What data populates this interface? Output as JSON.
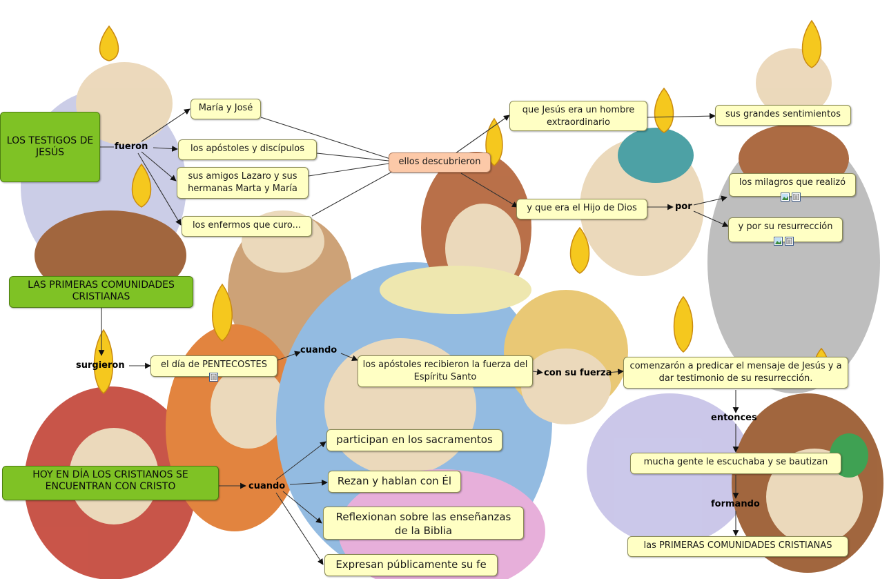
{
  "nodes": {
    "testigos": "LOS TESTIGOS DE JESÚS",
    "maria_jose": "María y José",
    "apostoles": "los apóstoles y discípulos",
    "amigos": "sus amigos Lazaro y sus hermanas Marta y María",
    "enfermos": "los enfermos que curo...",
    "descubrieron": "ellos  descubrieron",
    "hombre": "que  Jesús era un hombre extraordinario",
    "sentimientos": "sus grandes sentimientos",
    "hijo": "y que era el Hijo de Dios",
    "milagros": "los milagros que realizó",
    "resurreccion": "y por su resurrección",
    "primeras": "LAS PRIMERAS COMUNIDADES CRISTIANAS",
    "pentecostes": "el día de PENTECOSTES",
    "fuerza": "los apóstoles recibieron la fuerza del Espíritu Santo",
    "predicar": "comenzarón a predicar el mensaje de Jesús y a dar testimonio de su resurrección.",
    "gente": "mucha gente le escuchaba y se bautizan",
    "comunidades": "las PRIMERAS COMUNIDADES CRISTIANAS",
    "hoy": "HOY EN DÍA LOS CRISTIANOS SE ENCUENTRAN CON CRISTO",
    "sacramentos": "participan en los sacramentos",
    "rezan": "Rezan y hablan con Él",
    "reflexionan": "Reflexionan sobre las enseñanzas de la Biblia",
    "expresan": "Expresan públicamente su fe"
  },
  "links": {
    "fueron": "fueron",
    "por": "por",
    "surgieron": "surgieron",
    "cuando1": "cuando",
    "con_su_fuerza": "con su fuerza",
    "entonces": "entonces",
    "formando": "formando",
    "cuando2": "cuando"
  },
  "resource_icons": [
    "image-icon",
    "document-icon"
  ],
  "colors": {
    "concept": "#ffffc4",
    "root": "#7fc225",
    "hub": "#fcc9a8",
    "line": "#333333"
  }
}
